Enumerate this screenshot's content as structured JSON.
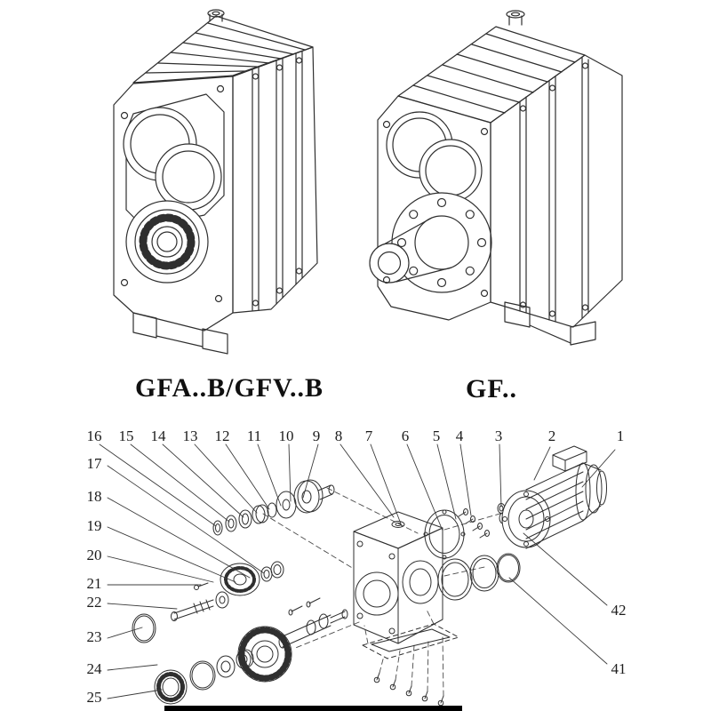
{
  "page": {
    "background_color": "#ffffff",
    "line_color": "#2f2f2f"
  },
  "models": {
    "left_label": "GFA..B/GFV..B",
    "right_label": "GF.."
  },
  "callouts": {
    "top": [
      "16",
      "15",
      "14",
      "13",
      "12",
      "11",
      "10",
      "9",
      "8",
      "7",
      "6",
      "5",
      "4",
      "3",
      "2",
      "1"
    ],
    "left": [
      "17",
      "18",
      "19",
      "20",
      "21",
      "22",
      "23",
      "24",
      "25"
    ],
    "right": [
      "42",
      "41"
    ]
  }
}
